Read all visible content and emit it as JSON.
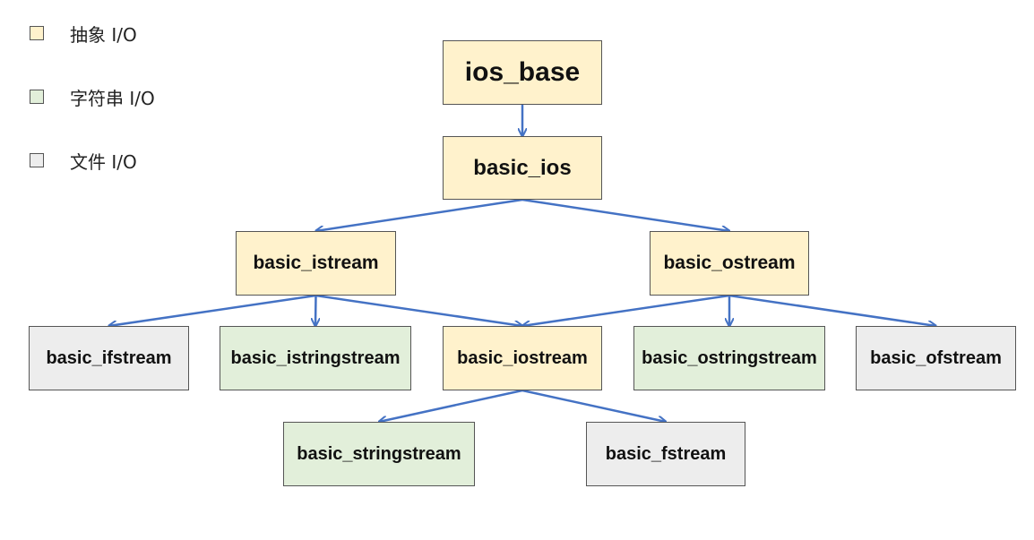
{
  "legend": [
    {
      "label": "抽象 I/O",
      "color": "#fff2cc"
    },
    {
      "label": "字符串 I/O",
      "color": "#e2efda"
    },
    {
      "label": "文件 I/O",
      "color": "#ededed"
    }
  ],
  "nodes": {
    "ios_base": "ios_base",
    "basic_ios": "basic_ios",
    "basic_istream": "basic_istream",
    "basic_ostream": "basic_ostream",
    "basic_ifstream": "basic_ifstream",
    "basic_istringstream": "basic_istringstream",
    "basic_iostream": "basic_iostream",
    "basic_ostringstream": "basic_ostringstream",
    "basic_ofstream": "basic_ofstream",
    "basic_stringstream": "basic_stringstream",
    "basic_fstream": "basic_fstream"
  },
  "edges": [
    [
      "ios_base",
      "basic_ios"
    ],
    [
      "basic_ios",
      "basic_istream"
    ],
    [
      "basic_ios",
      "basic_ostream"
    ],
    [
      "basic_istream",
      "basic_ifstream"
    ],
    [
      "basic_istream",
      "basic_istringstream"
    ],
    [
      "basic_istream",
      "basic_iostream"
    ],
    [
      "basic_ostream",
      "basic_iostream"
    ],
    [
      "basic_ostream",
      "basic_ostringstream"
    ],
    [
      "basic_ostream",
      "basic_ofstream"
    ],
    [
      "basic_iostream",
      "basic_stringstream"
    ],
    [
      "basic_iostream",
      "basic_fstream"
    ]
  ],
  "colors": {
    "abstract": "#fff2cc",
    "string": "#e2efda",
    "file": "#ededed",
    "arrow": "#4472c4"
  }
}
